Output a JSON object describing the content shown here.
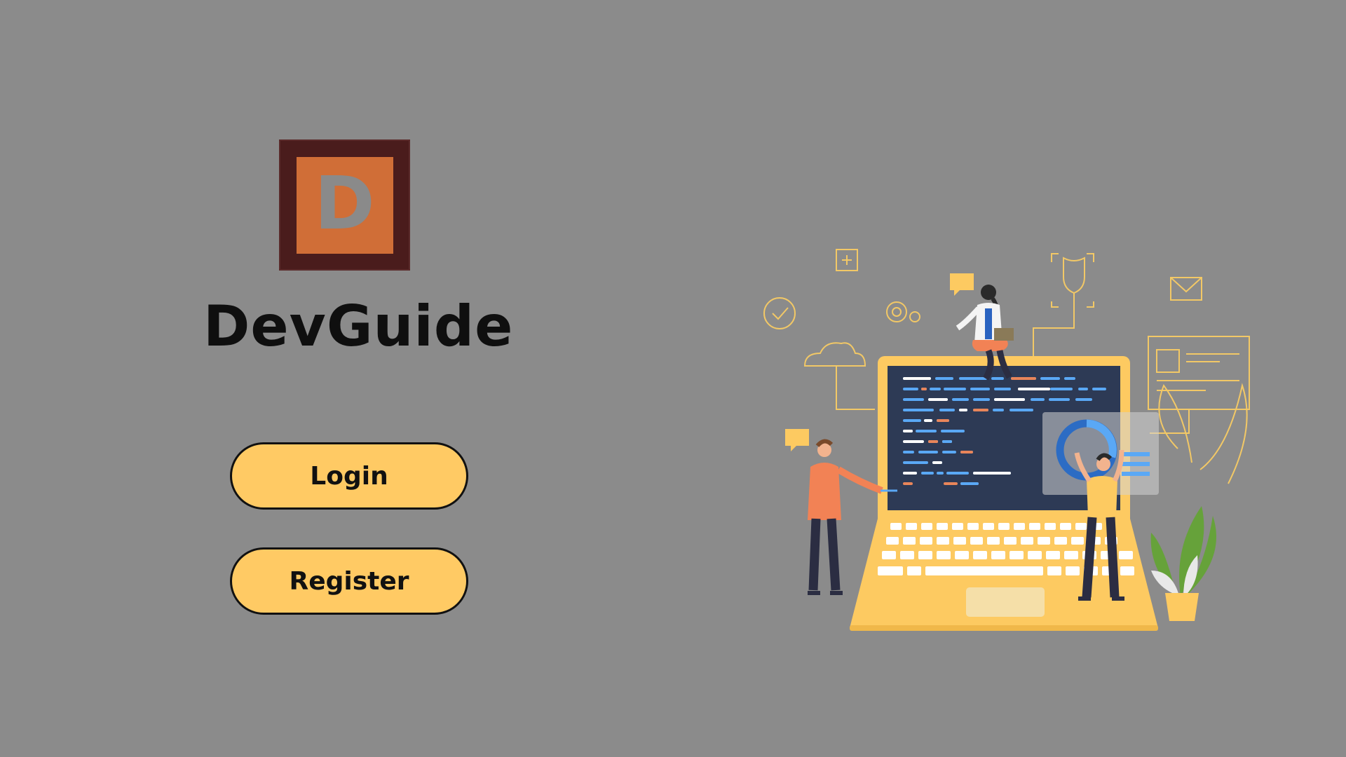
{
  "app": {
    "title": "DevGuide",
    "logo_letter": "D"
  },
  "actions": {
    "login_label": "Login",
    "register_label": "Register"
  },
  "colors": {
    "background": "#8b8b8b",
    "button": "#ffca64",
    "logo_outer": "#4a1c1c",
    "logo_inner": "#d06e37",
    "accent_yellow": "#fdca61",
    "screen_navy": "#2d3a55"
  },
  "icons": {
    "logo": "devguide-logo-icon",
    "illustration": "developer-laptop-illustration"
  }
}
